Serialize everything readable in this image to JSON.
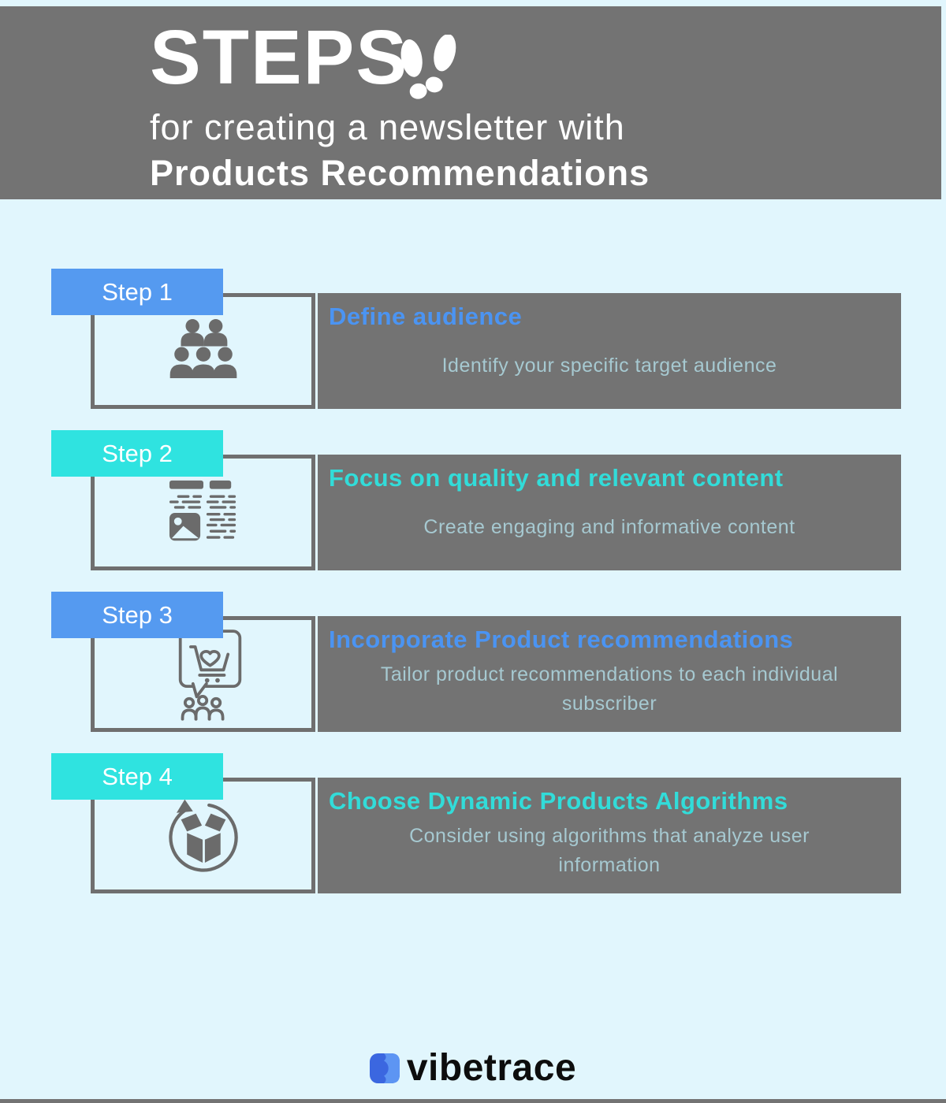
{
  "page": {
    "background": "#e1f6fd",
    "panel_gray": "#737373"
  },
  "header": {
    "title": "STEPS",
    "subtitle": "for creating a newsletter with",
    "subtitle_bold": "Products Recommendations",
    "text_color": "#ffffff",
    "footprints_icon": "footprints-icon"
  },
  "colors": {
    "blue_accent": "#559af0",
    "cyan_accent": "#2fe3e0",
    "blue_title": "#4b94f2",
    "cyan_title": "#32dcd9",
    "description_text": "#a6c9d1",
    "icon_gray": "#6b6b6b",
    "border_gray": "#6f6f6f"
  },
  "steps": [
    {
      "label": "Step 1",
      "accent": "#559af0",
      "title": "Define audience",
      "title_color": "#4b94f2",
      "description": "Identify your specific target audience",
      "icon": "audience-icon"
    },
    {
      "label": "Step 2",
      "accent": "#2fe3e0",
      "title": "Focus on quality and relevant content",
      "title_color": "#32dcd9",
      "description": "Create engaging and informative content",
      "icon": "newsletter-content-icon"
    },
    {
      "label": "Step 3",
      "accent": "#559af0",
      "title": "Incorporate Product recommendations",
      "title_color": "#4b94f2",
      "description": "Tailor product recommendations to each individual subscriber",
      "icon": "product-recommendation-icon"
    },
    {
      "label": "Step 4",
      "accent": "#2fe3e0",
      "title": "Choose Dynamic Products Algorithms",
      "title_color": "#32dcd9",
      "description": "Consider using algorithms that analyze user information",
      "icon": "dynamic-algorithm-icon"
    }
  ],
  "footer": {
    "logo_text": "vibetrace",
    "logo_dark_blue": "#3b67e0",
    "logo_light_blue": "#5d95f3"
  }
}
